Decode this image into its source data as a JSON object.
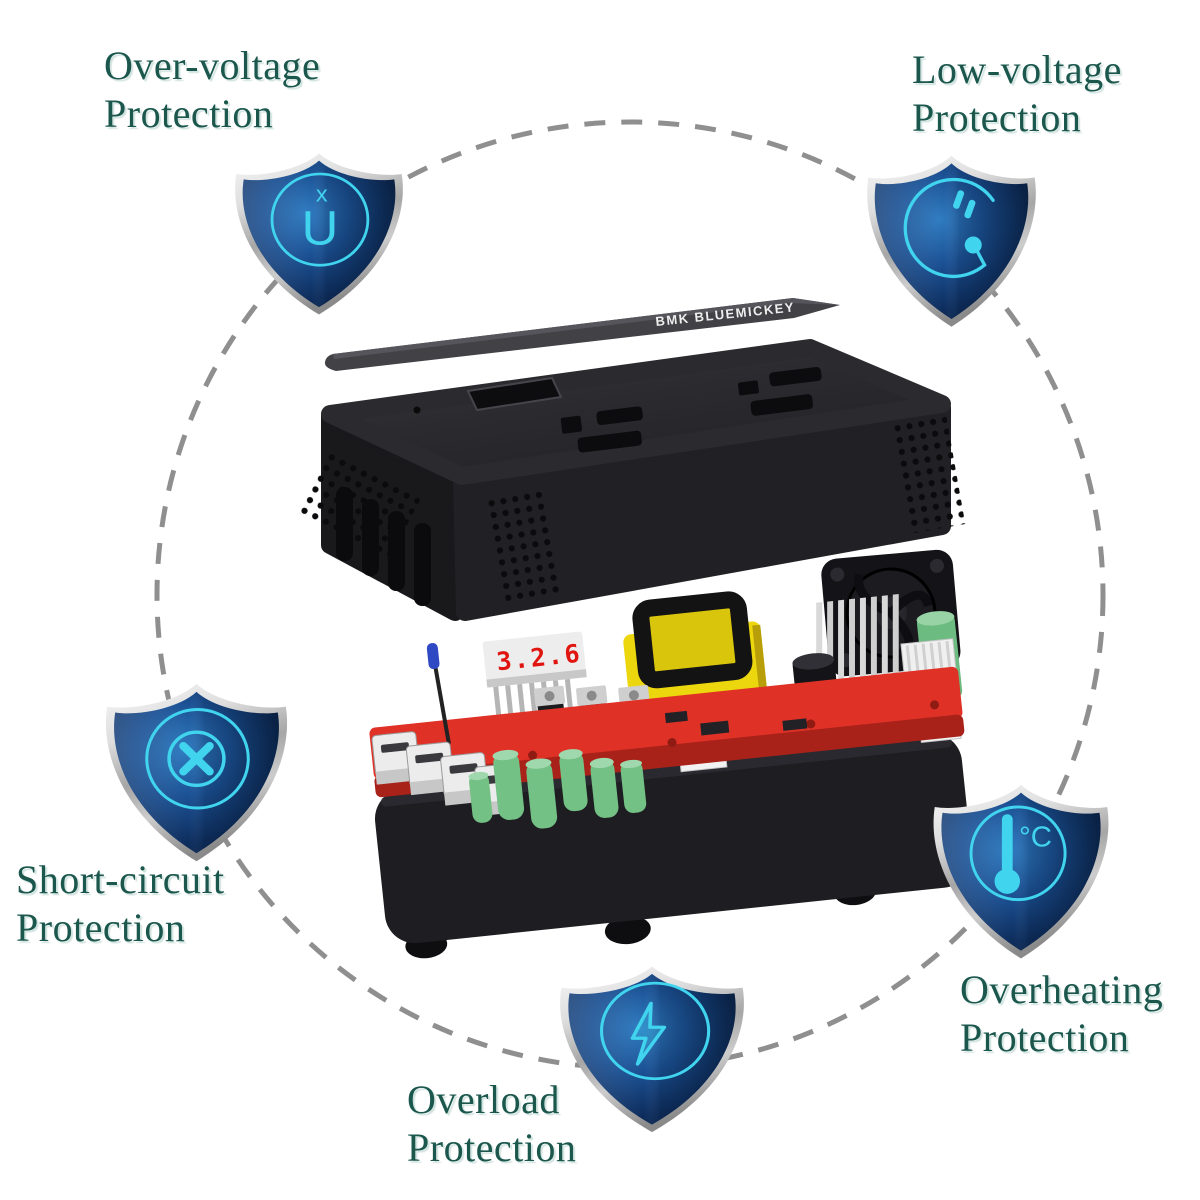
{
  "brand": "BMK BLUEMICKEY",
  "features": [
    {
      "id": "over-voltage",
      "line1": "Over-voltage",
      "line2": "Protection",
      "icon": "overvoltage-u-icon"
    },
    {
      "id": "low-voltage",
      "line1": "Low-voltage",
      "line2": "Protection",
      "icon": "plug-dot-circle-icon"
    },
    {
      "id": "short-circuit",
      "line1": "Short-circuit",
      "line2": "Protection",
      "icon": "x-cross-circle-icon"
    },
    {
      "id": "overheating",
      "line1": "Overheating",
      "line2": "Protection",
      "icon": "thermometer-celsius-icon"
    },
    {
      "id": "overload",
      "line1": "Overload",
      "line2": "Protection",
      "icon": "lightning-bolt-icon"
    }
  ],
  "shield_glyphs": {
    "over_voltage_main": "U",
    "over_voltage_sup": "x",
    "overheating_unit": "°C"
  },
  "board": {
    "display_digits": "3.2.6"
  },
  "colors": {
    "label_text": "#1b574d",
    "icon_cyan": "#41d4ee",
    "shield_blue_dark": "#0a2450",
    "chrome_silver": "#c9c9c9",
    "dashed_circle": "#8f8f8f",
    "case_black": "#28282c",
    "pcb_red": "#e03126",
    "transformer_yellow": "#ecd60e",
    "capacitor_green": "#74c186"
  }
}
